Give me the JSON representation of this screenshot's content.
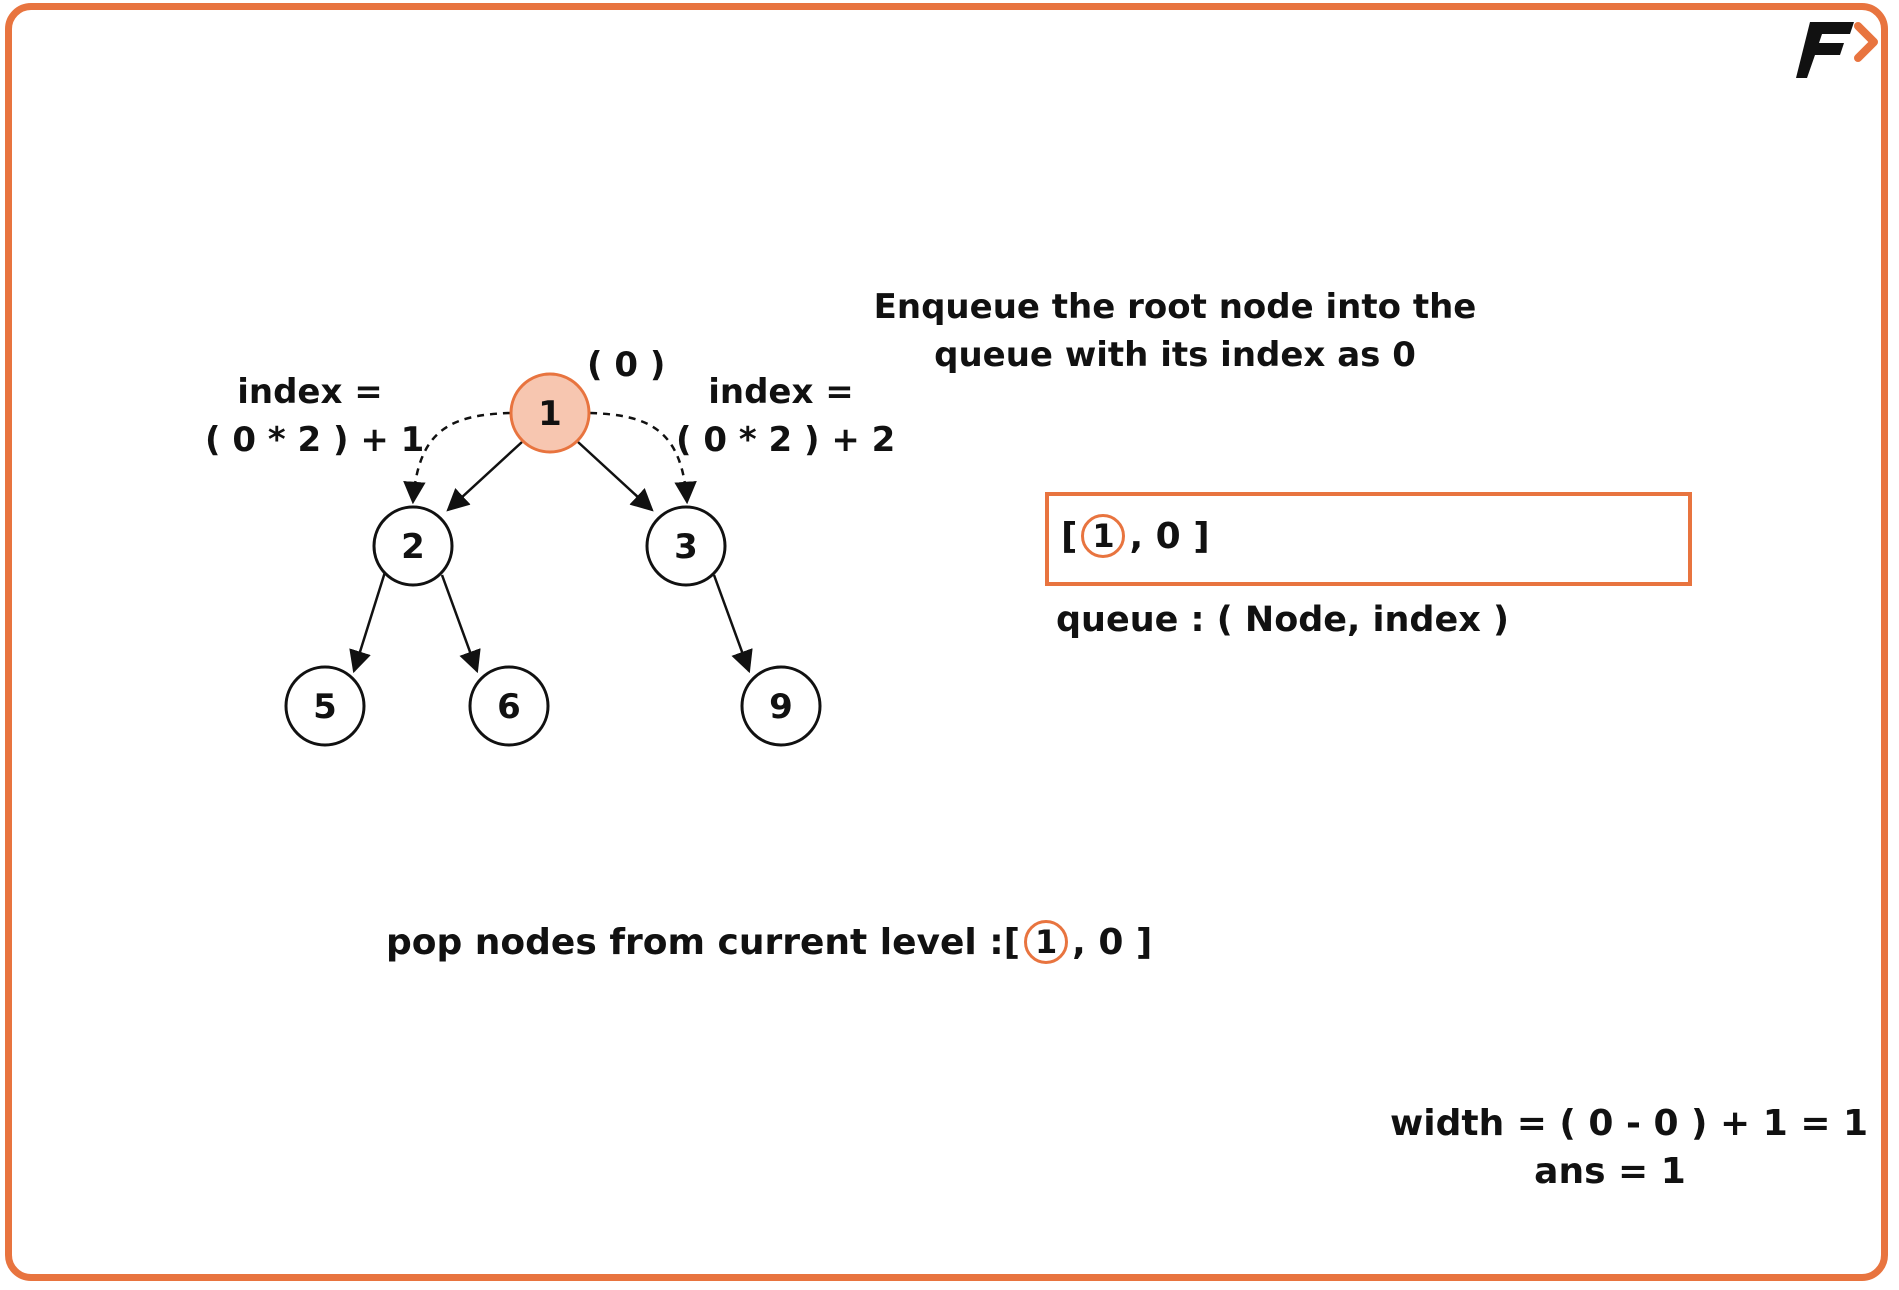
{
  "colors": {
    "accent": "#E8743F",
    "root_fill": "#F7C6B0",
    "stroke": "#111111"
  },
  "logo": {
    "icon": "brand-logo-f-icon"
  },
  "tree": {
    "nodes": [
      {
        "id": "n1",
        "label": "1",
        "highlighted": true
      },
      {
        "id": "n2",
        "label": "2"
      },
      {
        "id": "n3",
        "label": "3"
      },
      {
        "id": "n5",
        "label": "5"
      },
      {
        "id": "n6",
        "label": "6"
      },
      {
        "id": "n9",
        "label": "9"
      }
    ],
    "root_index_label": "( 0 )",
    "left_index": {
      "line1": "index =",
      "line2": "( 0 * 2 ) + 1"
    },
    "right_index": {
      "line1": "index =",
      "line2": "( 0 * 2 ) + 2"
    }
  },
  "explanation": {
    "line1": "Enqueue the root node into the",
    "line2": "queue with its index as 0"
  },
  "queue": {
    "open": "[",
    "node": "1",
    "rest": ", 0 ]",
    "caption": "queue : ( Node, index )"
  },
  "pop": {
    "prefix": "pop nodes from current level :[",
    "node": "1",
    "rest": ", 0 ]"
  },
  "result": {
    "width": "width = ( 0 - 0 ) + 1 = 1",
    "ans": "ans = 1"
  }
}
